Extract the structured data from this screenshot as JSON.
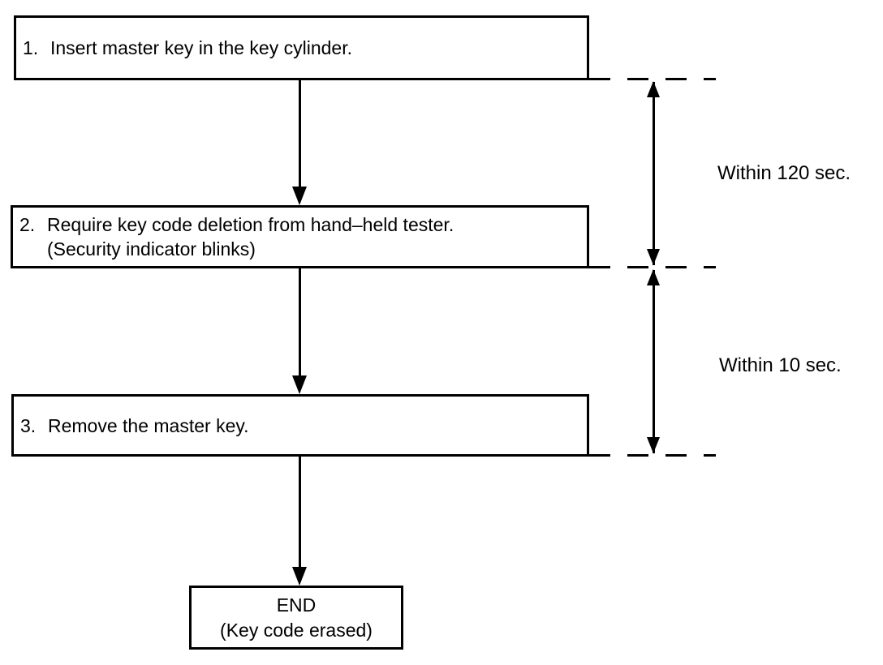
{
  "diagram": {
    "steps": [
      {
        "number": "1.",
        "line1": "Insert master key in the key cylinder.",
        "line2": ""
      },
      {
        "number": "2.",
        "line1": "Require key code deletion from hand–held tester.",
        "line2": "(Security indicator blinks)"
      },
      {
        "number": "3.",
        "line1": "Remove the master key.",
        "line2": ""
      }
    ],
    "end_box": {
      "title": "END",
      "subtitle": "(Key code erased)"
    },
    "timing_annotations": [
      {
        "label": "Within 120 sec."
      },
      {
        "label": "Within 10 sec."
      }
    ],
    "colors": {
      "line": "#000000",
      "background": "#ffffff",
      "text": "#000000"
    }
  }
}
